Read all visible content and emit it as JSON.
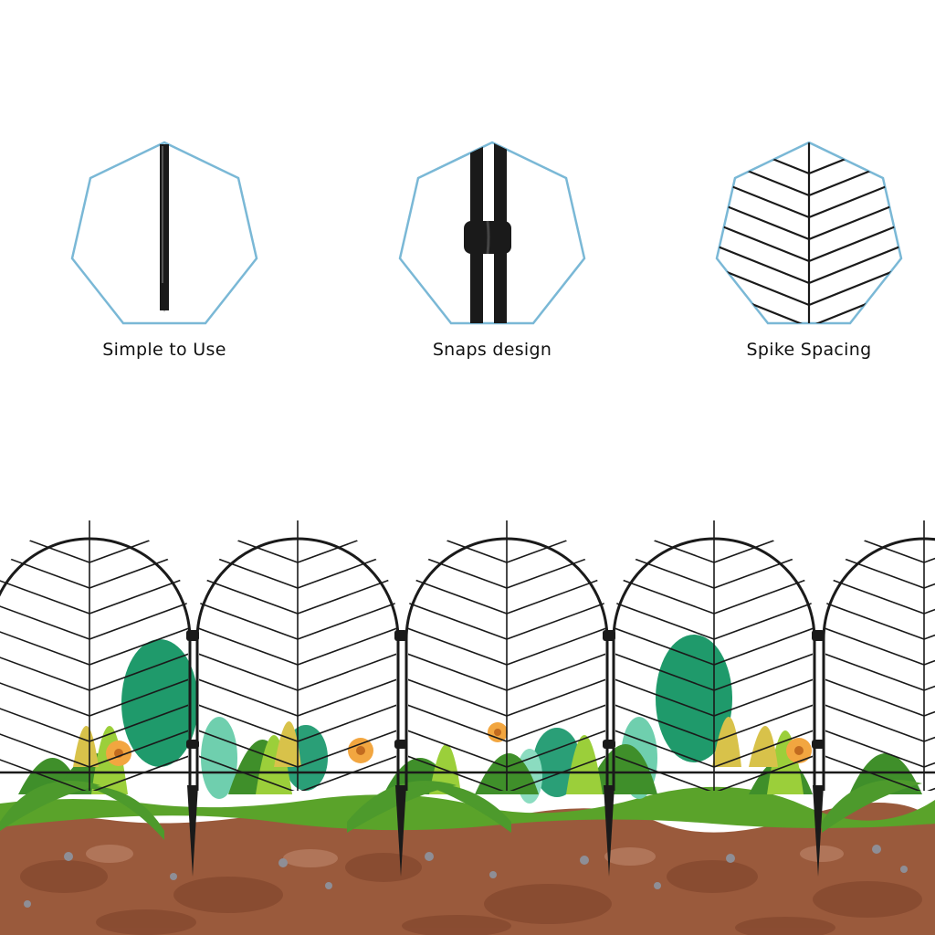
{
  "features": [
    {
      "label": "Simple to Use",
      "icon": "spike-stake-icon"
    },
    {
      "label": "Snaps design",
      "icon": "snap-connector-icon"
    },
    {
      "label": "Spike Spacing",
      "icon": "leaf-grid-pattern-icon"
    }
  ],
  "colors": {
    "heptagon_outline": "#7ab8d6",
    "metal": "#1a1a1a",
    "soil": "#9a5a3c",
    "grass": "#5aa32a"
  }
}
